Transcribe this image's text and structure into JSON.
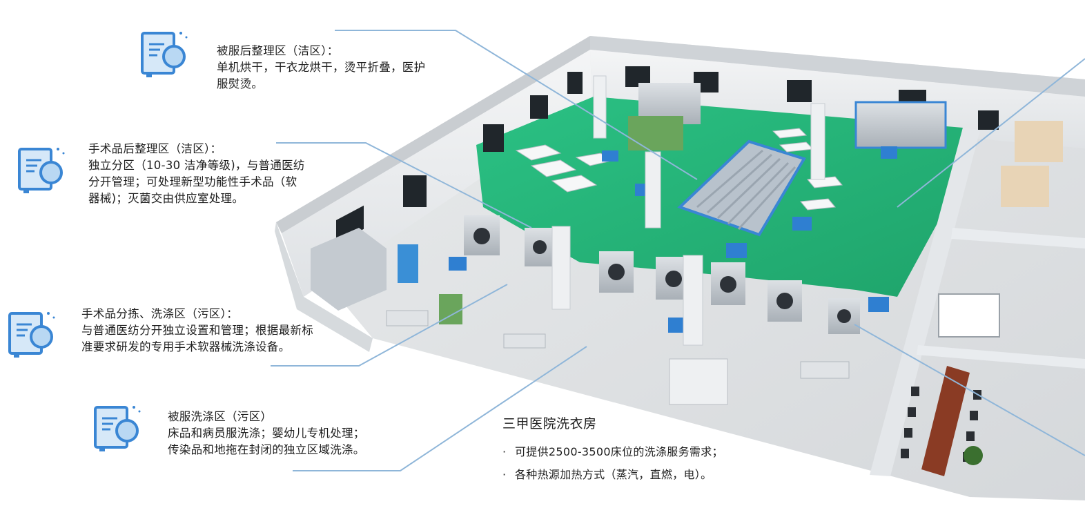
{
  "callouts": [
    {
      "title": "被服后整理区（洁区）：",
      "lines": [
        "单机烘干，干衣龙烘干，烫平折叠，医护",
        "服熨烫。"
      ],
      "icon": "manual-inspection-icon"
    },
    {
      "title": "手术品后整理区（洁区）：",
      "lines": [
        "独立分区（10-30 洁净等级)，与普通医纺",
        "分开管理；可处理新型功能性手术品（软",
        "器械)；灭菌交由供应室处理。"
      ],
      "icon": "manual-inspection-icon"
    },
    {
      "title": "手术品分拣、洗涤区（污区）：",
      "lines": [
        "与普通医纺分开独立设置和管理；根据最新标",
        "准要求研发的专用手术软器械洗涤设备。"
      ],
      "icon": "manual-inspection-icon"
    },
    {
      "title": "被服洗涤区（污区）",
      "lines": [
        "床品和病员服洗涤；婴幼儿专机处理；",
        "传染品和地拖在封闭的独立区域洗涤。"
      ],
      "icon": "manual-inspection-icon"
    }
  ],
  "summary": {
    "title": "三甲医院洗衣房",
    "bullets": [
      "可提供2500-3500床位的洗涤服务需求；",
      "各种热源加热方式（蒸汽，直燃，电）。"
    ],
    "bullet_glyph": "·"
  },
  "colors": {
    "leader_line": "#8fb6d9",
    "icon_blue": "#3a86d4",
    "floor_green": "#27b77c",
    "wall": "#e9ecef",
    "machine_blue": "#2f7fd1"
  }
}
